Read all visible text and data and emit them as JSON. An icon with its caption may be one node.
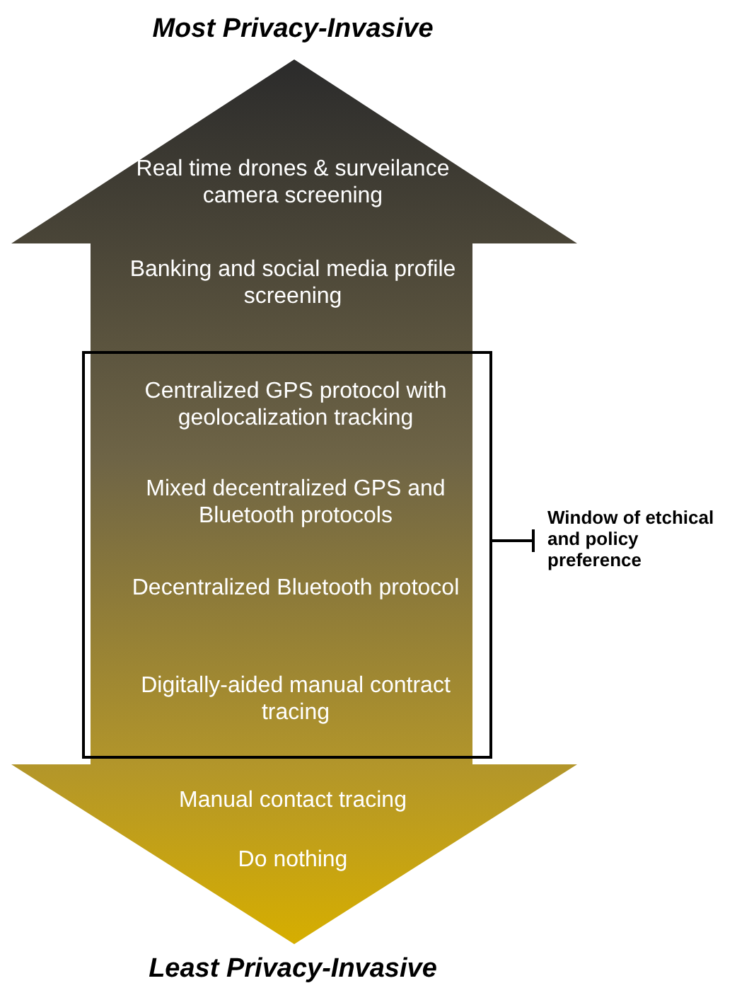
{
  "diagram": {
    "title": "Most Privacy-Invasive",
    "caption": "Least Privacy-Invasive",
    "nodes": [
      {
        "text": [],
        "shape": "arrow"
      },
      {
        "text": [
          "Real time drones & surveilance camera screening"
        ],
        "in": 0
      },
      {
        "text": [
          "Banking and social media profile screening"
        ],
        "in": 0
      },
      {
        "text": [],
        "shape": "box",
        "in": 0
      },
      {
        "text": [
          "Centralized GPS protocol with geolocalization tracking"
        ],
        "in": 3
      },
      {
        "text": [
          "Mixed decentralized GPS and Bluetooth protocols"
        ],
        "in": 3
      },
      {
        "text": [
          "Decentralized Bluetooth protocol"
        ],
        "in": 3
      },
      {
        "text": [
          "Digitally-aided manual contract tracing"
        ],
        "in": 3
      },
      {
        "text": [
          "Manual contact tracing"
        ],
        "in": 0
      },
      {
        "text": [
          "Do nothing"
        ],
        "in": 0
      },
      {
        "text": [
          "Window of etchical and policy preference"
        ]
      }
    ],
    "edges": [
      {
        "from": 3,
        "to": 10,
        "arrow": "none"
      }
    ]
  }
}
